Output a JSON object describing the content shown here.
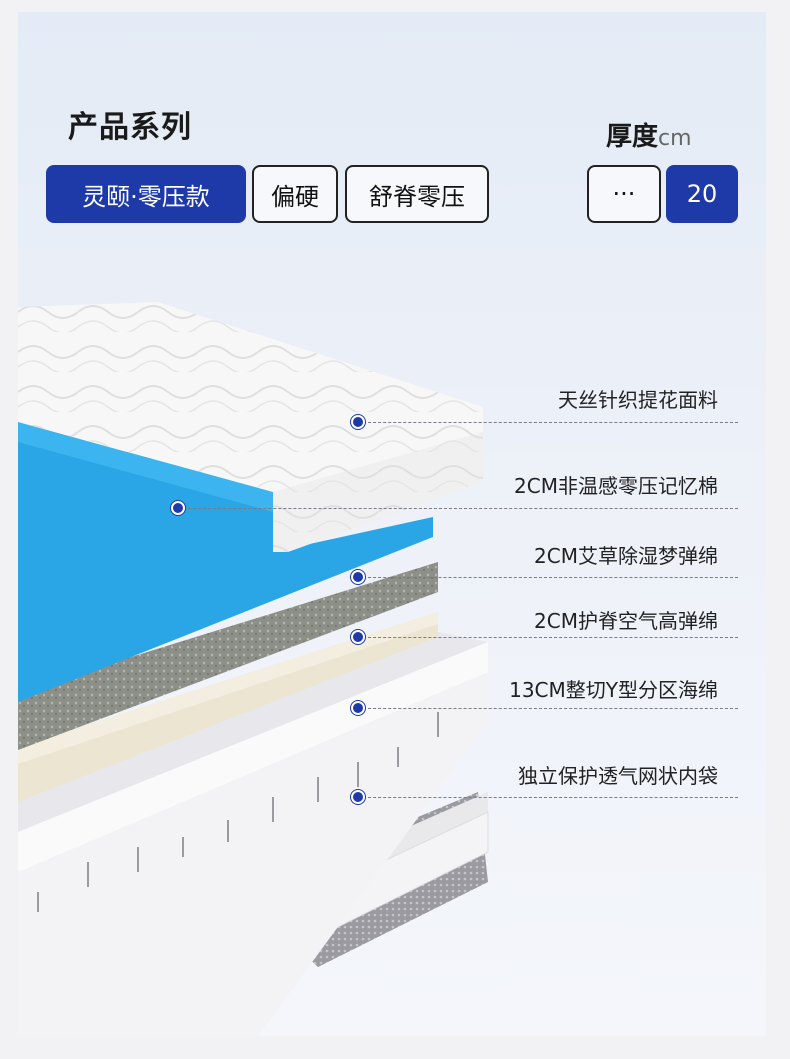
{
  "header": {
    "series_title": "产品系列",
    "thickness_title": "厚度",
    "thickness_unit": "cm"
  },
  "series_options": [
    {
      "label": "灵颐·零压款",
      "selected": true
    },
    {
      "label": "偏硬",
      "selected": false
    },
    {
      "label": "舒脊零压",
      "selected": false
    }
  ],
  "thickness_options": [
    {
      "label": "···",
      "selected": false
    },
    {
      "label": "20",
      "selected": true
    }
  ],
  "layers": [
    {
      "label": "天丝针织提花面料"
    },
    {
      "label": "2CM非温感零压记忆棉"
    },
    {
      "label": "2CM艾草除湿梦弹绵"
    },
    {
      "label": "2CM护脊空气高弹绵"
    },
    {
      "label": "13CM整切Y型分区海绵"
    },
    {
      "label": "独立保护透气网状内袋"
    }
  ],
  "colors": {
    "accent": "#1d3aa8",
    "memory_foam": "#2aa6e6",
    "mugwort_layer": "#8a8e84",
    "air_layer": "#ece6d4",
    "fabric": "#f6f6f6"
  }
}
